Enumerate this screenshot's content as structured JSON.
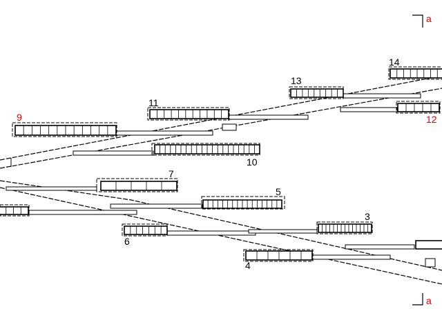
{
  "drawing": {
    "section_marker": {
      "label": "a",
      "color": "#e00000"
    },
    "buildings": [
      {
        "id": "9",
        "label": "9",
        "color": "#e00000"
      },
      {
        "id": "11",
        "label": "11",
        "color": "#000000"
      },
      {
        "id": "13",
        "label": "13",
        "color": "#000000"
      },
      {
        "id": "14",
        "label": "14",
        "color": "#000000"
      },
      {
        "id": "12",
        "label": "12",
        "color": "#e00000"
      },
      {
        "id": "10",
        "label": "10",
        "color": "#000000"
      },
      {
        "id": "7",
        "label": "7",
        "color": "#000000"
      },
      {
        "id": "5",
        "label": "5",
        "color": "#000000"
      },
      {
        "id": "3",
        "label": "3",
        "color": "#000000"
      },
      {
        "id": "6",
        "label": "6",
        "color": "#000000"
      },
      {
        "id": "4",
        "label": "4",
        "color": "#000000"
      }
    ]
  }
}
